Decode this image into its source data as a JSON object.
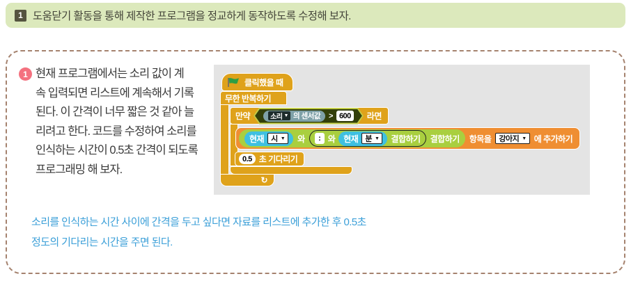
{
  "banner": {
    "number": "1",
    "title": "도움닫기 활동을 통해 제작한 프로그램을 정교하게 동작하도록 수정해 보자."
  },
  "task": {
    "badge": "1",
    "lines": [
      "현재 프로그램에서는 소리 값이 계",
      "속 입력되면 리스트에 계속해서 기록",
      "된다. 이 간격이 너무 짧은 것 같아 늘",
      "리려고 한다. 코드를 수정하여 소리를",
      "인식하는 시간이 0.5초 간격이 되도록",
      "프로그래밍 해 보자."
    ]
  },
  "script": {
    "when_flag_clicked": "클릭했을 때",
    "forever": "무한 반복하기",
    "if_label": "만약",
    "then_label": "라면",
    "condition": {
      "sensor_select": "소리",
      "sensor_suffix": "의 센서값",
      "operator": ">",
      "value": "600"
    },
    "join_outer": {
      "current_label": "현재",
      "hour_select": "시",
      "and_label": "와",
      "join_label": "결합하기"
    },
    "join_inner": {
      "text_value": ":",
      "and_label": "와",
      "current_label": "현재",
      "minute_select": "분",
      "join_label": "결합하기"
    },
    "add_to_list": {
      "item_label": "항목을",
      "list_select": "강아지",
      "suffix_label": "에 추가하기"
    },
    "wait": {
      "value": "0.5",
      "label": "초 기다리기"
    }
  },
  "icons": {
    "dropdown_arrow": "▼",
    "loop_arrow": "↻"
  },
  "note": {
    "lines": [
      "소리를 인식하는 시간 사이에 간격을 두고 싶다면 자료를 리스트에 추가한 후 0.5초",
      "정도의 기다리는 시간을 주면 된다."
    ]
  },
  "colors": {
    "banner_bg": "#dce9bc",
    "banner_badge_bg": "#55543f",
    "dashed_border": "#a5826e",
    "task_badge_bg": "#f4717f",
    "note_text": "#3b9fd8",
    "panel_bg": "#e4e4e4",
    "block_gold": "#dfa21b",
    "block_orange": "#ef8e32",
    "block_green": "#a9cf3f",
    "block_blue": "#3fc0e0",
    "hexagon_dark": "#333f0a",
    "sensor_pill": "#7fa1a8"
  }
}
